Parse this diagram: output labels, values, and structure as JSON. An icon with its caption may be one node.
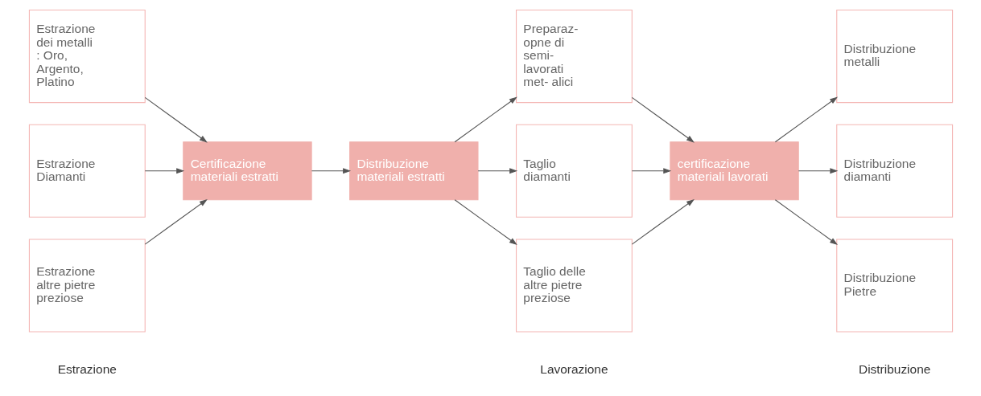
{
  "diagram": {
    "nodes": [
      {
        "text": [
          "Estrazione dei metalli : Oro, Argento, Platino"
        ]
      },
      {
        "text": [
          "Estrazione Diamanti"
        ]
      },
      {
        "text": [
          "Estrazione altre pietre preziose"
        ]
      },
      {
        "text": [
          "Certificazione materiali estratti"
        ]
      },
      {
        "text": [
          "Distribuzione materiali estratti"
        ]
      },
      {
        "text": [
          "Preparaz- opne di semi- lavorati met- alici"
        ]
      },
      {
        "text": [
          "Taglio diamanti"
        ]
      },
      {
        "text": [
          "Taglio delle altre pietre preziose"
        ]
      },
      {
        "text": [
          "certificazione materiali lavorati"
        ]
      },
      {
        "text": [
          "Distribuzione metalli"
        ]
      },
      {
        "text": [
          "Distribuzione diamanti"
        ]
      },
      {
        "text": [
          "Distribuzione Pietre"
        ]
      }
    ],
    "edges": [
      {
        "from": 0,
        "to": 3,
        "arrow": "to"
      },
      {
        "from": 1,
        "to": 3,
        "arrow": "to"
      },
      {
        "from": 2,
        "to": 3,
        "arrow": "to"
      },
      {
        "from": 3,
        "to": 4,
        "arrow": "to"
      },
      {
        "from": 4,
        "to": 5,
        "arrow": "to"
      },
      {
        "from": 4,
        "to": 6,
        "arrow": "to"
      },
      {
        "from": 4,
        "to": 7,
        "arrow": "to"
      },
      {
        "from": 5,
        "to": 8,
        "arrow": "to"
      },
      {
        "from": 6,
        "to": 8,
        "arrow": "to"
      },
      {
        "from": 7,
        "to": 8,
        "arrow": "to"
      },
      {
        "from": 8,
        "to": 9,
        "arrow": "to"
      },
      {
        "from": 8,
        "to": 10,
        "arrow": "to"
      },
      {
        "from": 8,
        "to": 11,
        "arrow": "to"
      }
    ],
    "labels": [
      "Estrazione",
      "Lavorazione",
      "Distribuzione"
    ]
  }
}
